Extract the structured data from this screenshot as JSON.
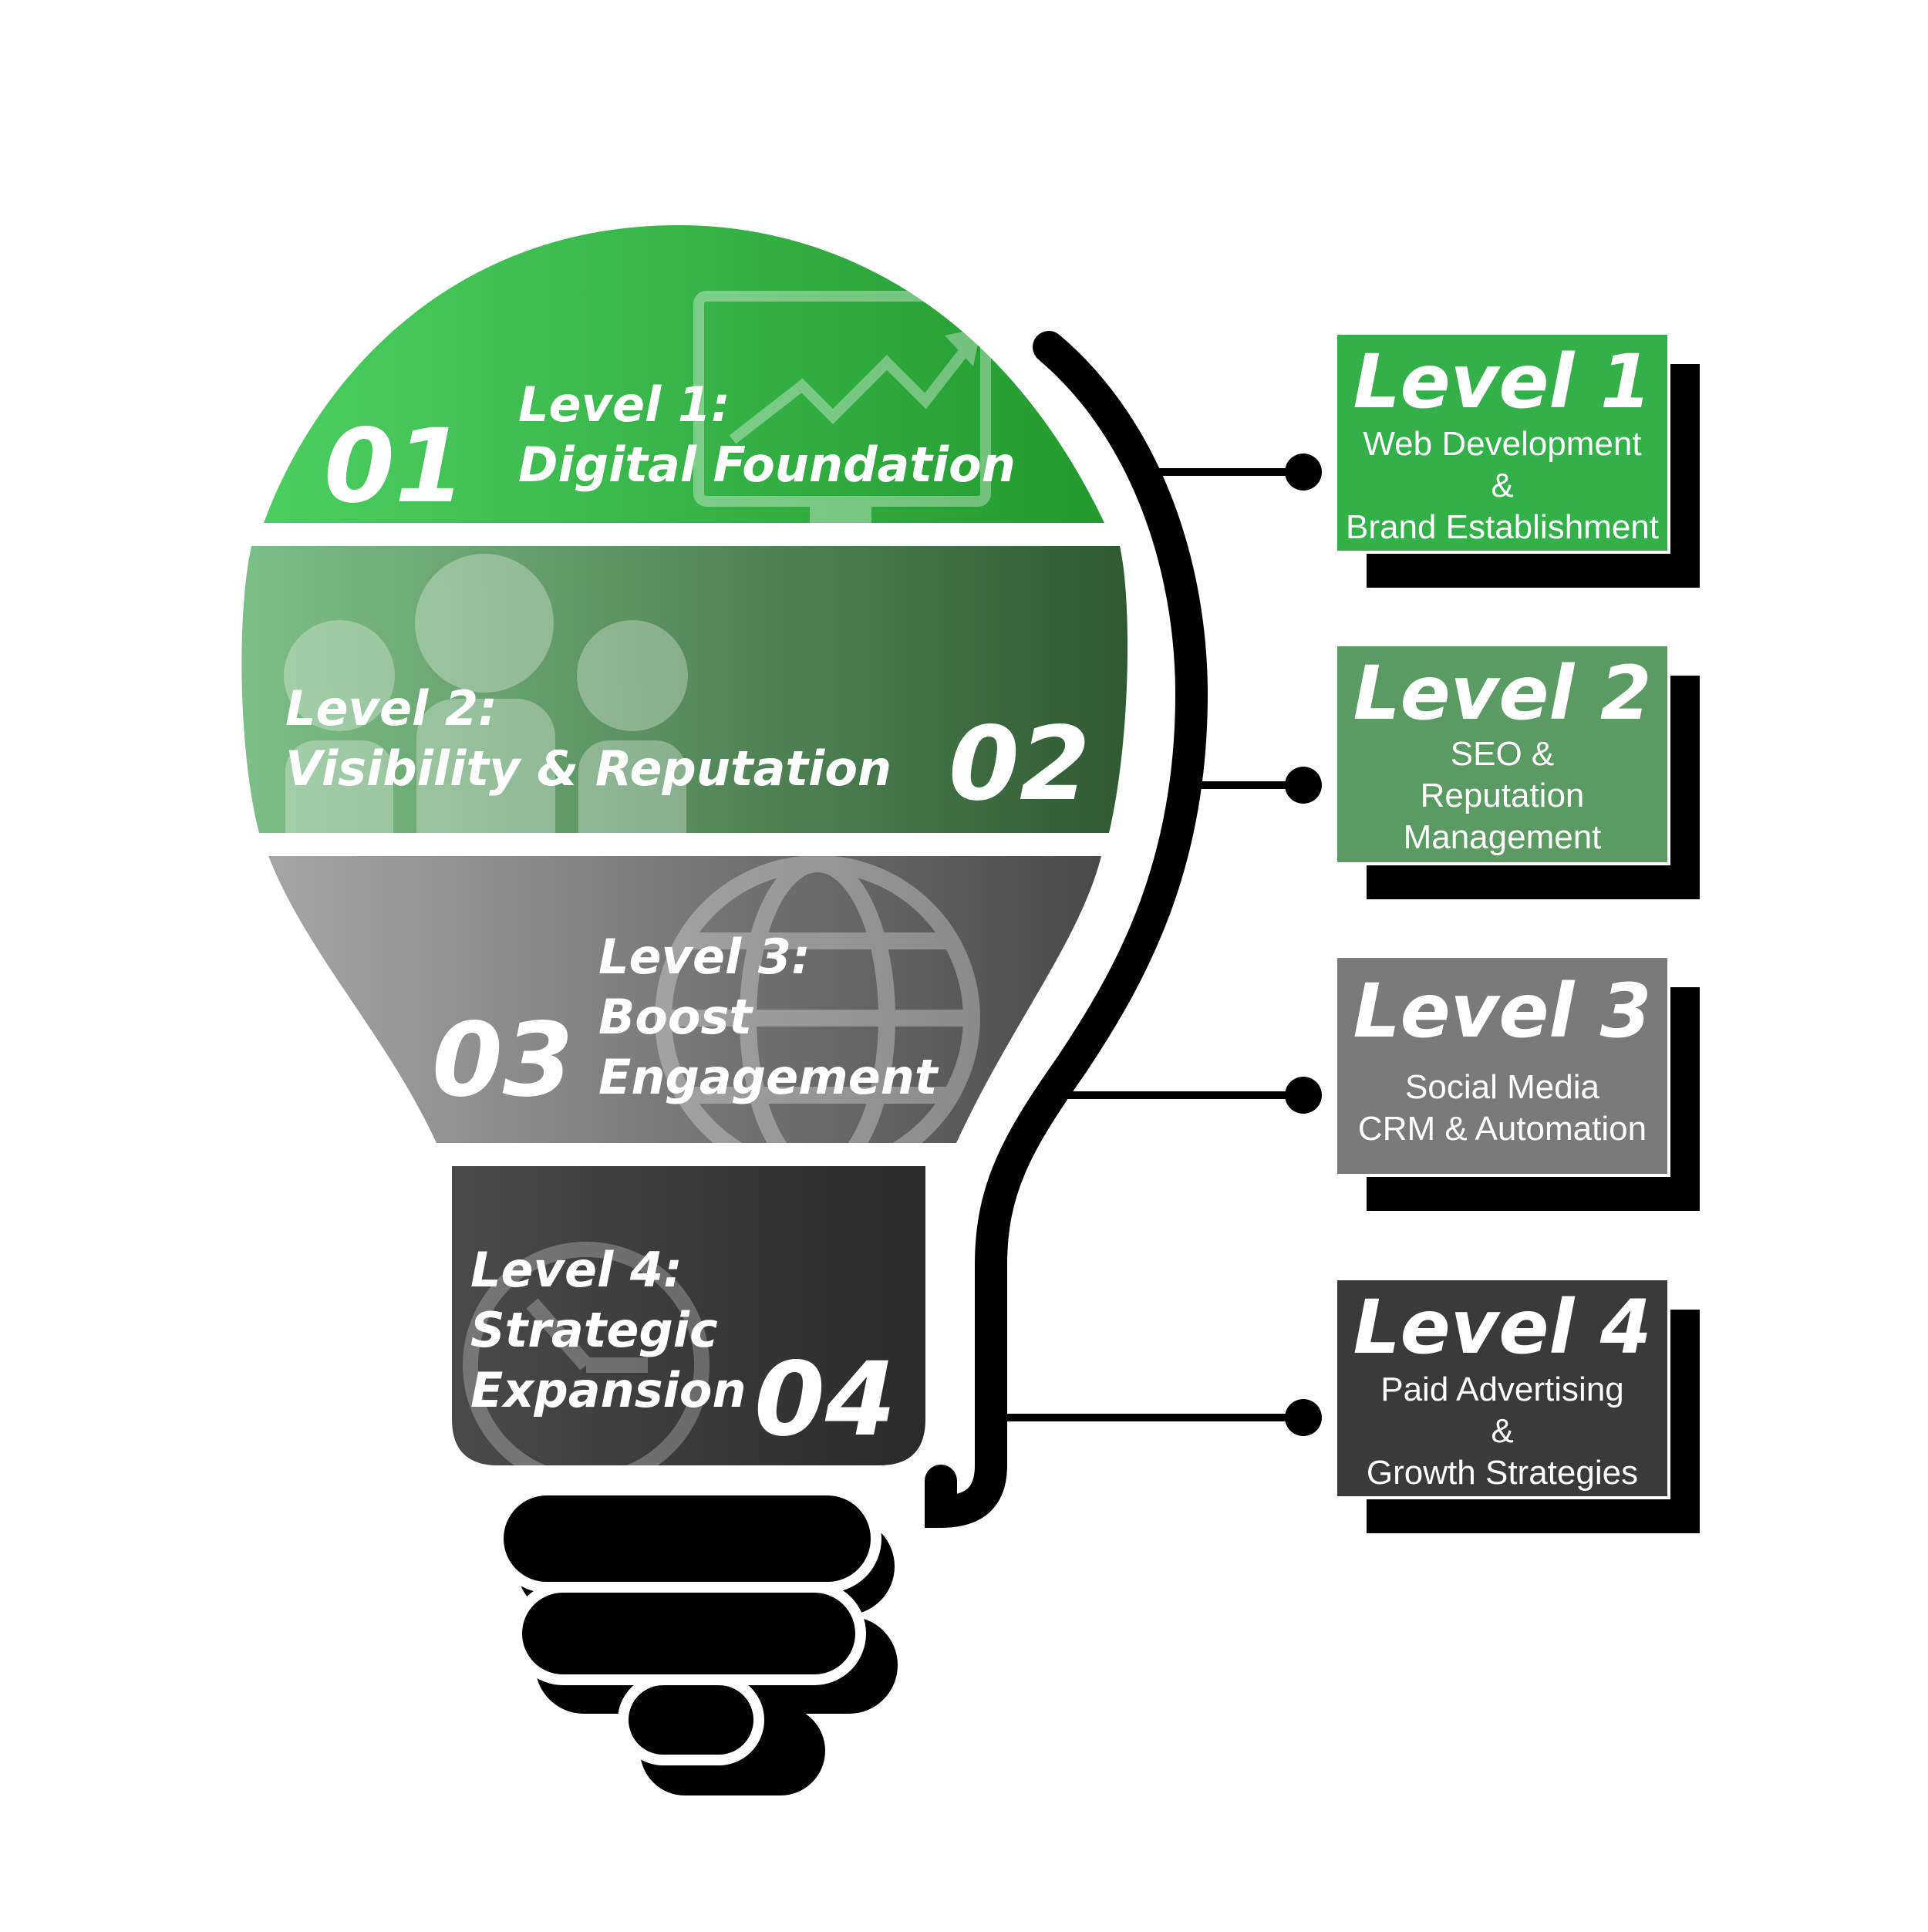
{
  "bulb": {
    "bands": [
      {
        "number": "01",
        "title_line1": "Level 1:",
        "title_line2": "Digital Foundation",
        "title_line3": "",
        "icon": "monitor-chart-icon",
        "color_start": "#4bcf61",
        "color_end": "#239a2e"
      },
      {
        "number": "02",
        "title_line1": "Level 2:",
        "title_line2": "Visibility & Reputation",
        "title_line3": "",
        "icon": "people-icon",
        "color_start": "#7dbf88",
        "color_end": "#2f5a34"
      },
      {
        "number": "03",
        "title_line1": "Level 3:",
        "title_line2": "Boost",
        "title_line3": "Engagement",
        "icon": "globe-icon",
        "color_start": "#a6a6a6",
        "color_end": "#4a4a4a"
      },
      {
        "number": "04",
        "title_line1": "Level 4:",
        "title_line2": "Strategic",
        "title_line3": "Expansion",
        "icon": "clock-icon",
        "color_start": "#4a4a4a",
        "color_end": "#2a2a2a"
      }
    ]
  },
  "cards": [
    {
      "title": "Level 1",
      "line1": "Web Development",
      "line2": "&",
      "line3": "Brand Establishment",
      "color": "#33b047"
    },
    {
      "title": "Level 2",
      "line1": "SEO &",
      "line2": "Reputation",
      "line3": "Management",
      "color": "#5a9a63"
    },
    {
      "title": "Level 3",
      "line1": "Social Media",
      "line2": "CRM & Automation",
      "line3": "",
      "color": "#7a7a7a"
    },
    {
      "title": "Level 4",
      "line1": "Paid Advertising",
      "line2": "&",
      "line3": "Growth Strategies",
      "color": "#3a3a3a"
    }
  ]
}
